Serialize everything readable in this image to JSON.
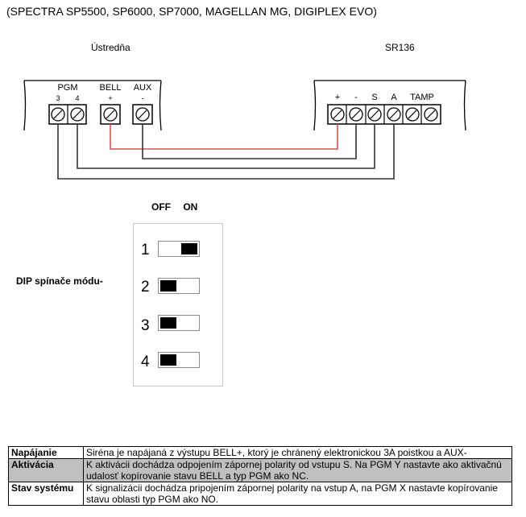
{
  "header": {
    "text": "(SPECTRA SP5500, SP6000, SP7000, MAGELLAN MG, DIGIPLEX EVO)"
  },
  "panels": {
    "left_label": "Ústredňa",
    "right_label": "SR136"
  },
  "terminals_left": {
    "groups": [
      "PGM",
      "BELL",
      "AUX"
    ],
    "pins": [
      "3",
      "4",
      "+",
      "-"
    ]
  },
  "terminals_right": {
    "pins": [
      "+",
      "-",
      "S",
      "A",
      "TAMP"
    ]
  },
  "wire_colors": {
    "power": "#d9534f",
    "signal": "#333333"
  },
  "dip": {
    "label": "DIP spínače módu-",
    "off_label": "OFF",
    "on_label": "ON",
    "switches": [
      {
        "number": "1",
        "state": "ON"
      },
      {
        "number": "2",
        "state": "OFF"
      },
      {
        "number": "3",
        "state": "OFF"
      },
      {
        "number": "4",
        "state": "OFF"
      }
    ]
  },
  "table": {
    "rows": [
      {
        "key": "Napájanie",
        "value": "Siréna je napájaná z výstupu BELL+, ktorý je chránený elektronickou 3A poistkou a AUX-",
        "shaded": false
      },
      {
        "key": "Aktivácia",
        "value": "K aktivácii dochádza odpojením zápornej polarity od vstupu S. Na PGM Y nastavte ako aktivačnú udalosť kopírovanie stavu BELL a typ PGM ako NC.",
        "shaded": true
      },
      {
        "key": "Stav systému",
        "value": "K signalizácii dochádza pripojením zápornej polarity na vstup A, na PGM X nastavte kopírovanie stavu oblasti typ PGM ako NO.",
        "shaded": false
      }
    ]
  }
}
